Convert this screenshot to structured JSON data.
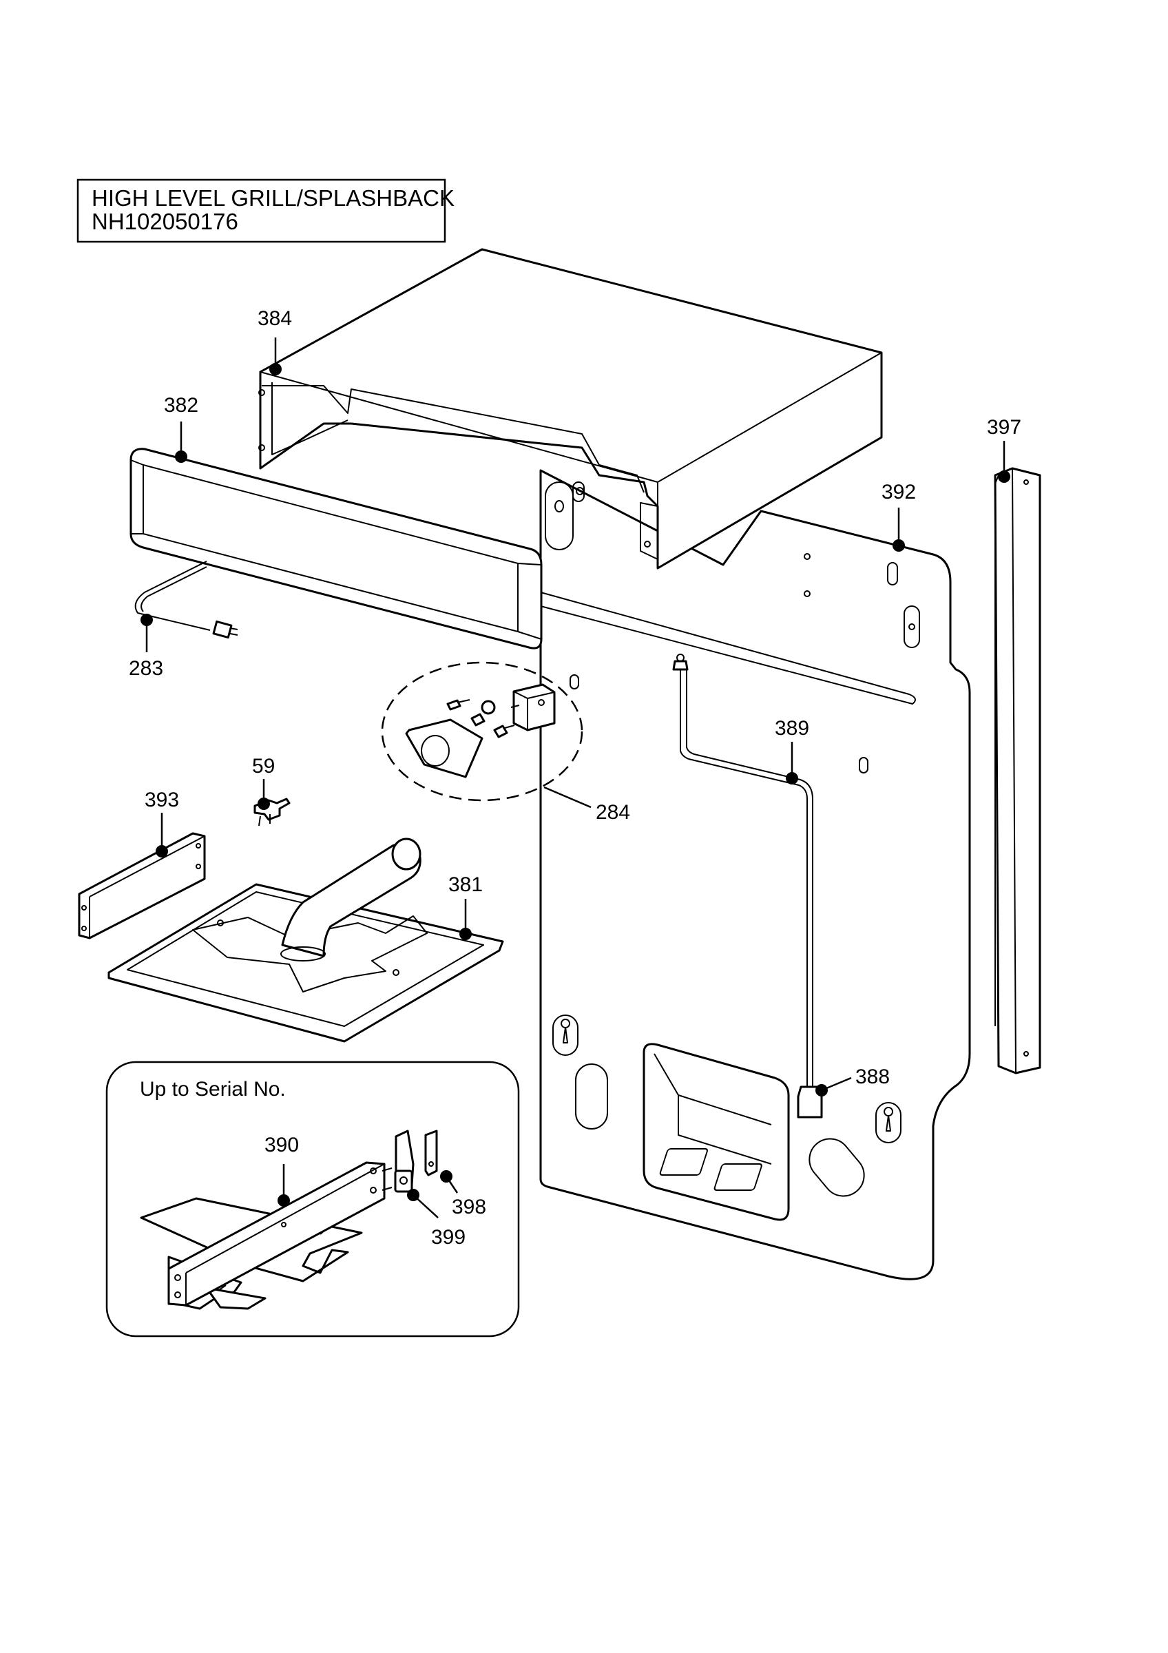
{
  "title": {
    "line1": "HIGH LEVEL GRILL/SPLASHBACK",
    "line2": "NH102050176"
  },
  "inset": {
    "caption": "Up to Serial No."
  },
  "callouts": [
    {
      "id": "384",
      "label": "384"
    },
    {
      "id": "382",
      "label": "382"
    },
    {
      "id": "397",
      "label": "397"
    },
    {
      "id": "392",
      "label": "392"
    },
    {
      "id": "283",
      "label": "283"
    },
    {
      "id": "389",
      "label": "389"
    },
    {
      "id": "59",
      "label": "59"
    },
    {
      "id": "393",
      "label": "393"
    },
    {
      "id": "284",
      "label": "284"
    },
    {
      "id": "381",
      "label": "381"
    },
    {
      "id": "388",
      "label": "388"
    },
    {
      "id": "390",
      "label": "390"
    },
    {
      "id": "398",
      "label": "398"
    },
    {
      "id": "399",
      "label": "399"
    }
  ]
}
